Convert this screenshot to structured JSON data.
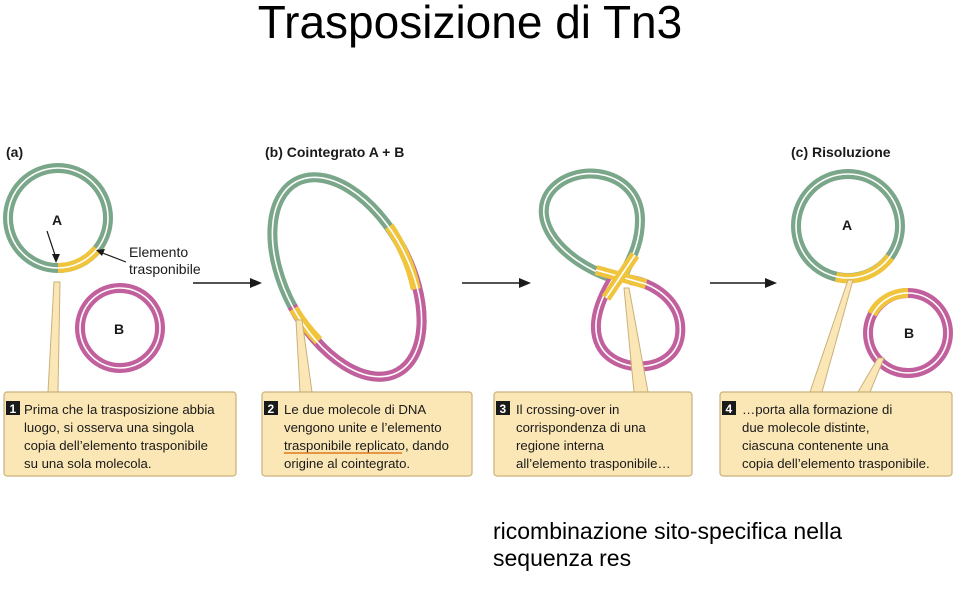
{
  "title": "Trasposizione di Tn3",
  "colors": {
    "dna_green": "#7aa68a",
    "dna_pink": "#c2609d",
    "transposon_yellow": "#f0c53d",
    "box_fill": "#fbe7b6",
    "box_stroke": "#c9b17a",
    "number_bg": "#1a1a1a",
    "underline": "#e07a1f"
  },
  "panels": {
    "a": {
      "label": "(a)",
      "ring_a": "A",
      "ring_b": "B",
      "element_label_line1": "Elemento",
      "element_label_line2": "trasponibile"
    },
    "b": {
      "label": "(b) Cointegrato A + B"
    },
    "c": {
      "label": "(c) Risoluzione",
      "ring_a": "A",
      "ring_b": "B"
    }
  },
  "steps": [
    {
      "number": "1",
      "lines": [
        "Prima che la trasposizione abbia",
        "luogo, si osserva una singola",
        "copia dell’elemento trasponibile",
        "su una sola molecola."
      ]
    },
    {
      "number": "2",
      "lines": [
        "Le due molecole di DNA",
        "vengono unite e l’elemento",
        "trasponibile replicato, dando",
        "origine al cointegrato."
      ]
    },
    {
      "number": "3",
      "lines": [
        "Il crossing-over in",
        "corrispondenza di una",
        "regione interna",
        "all’elemento trasponibile…"
      ]
    },
    {
      "number": "4",
      "lines": [
        "…porta alla formazione di",
        "due molecole distinte,",
        "ciascuna contenente una",
        "copia dell’elemento trasponibile."
      ]
    }
  ],
  "caption": "ricombinazione sito-specifica nella sequenza res"
}
